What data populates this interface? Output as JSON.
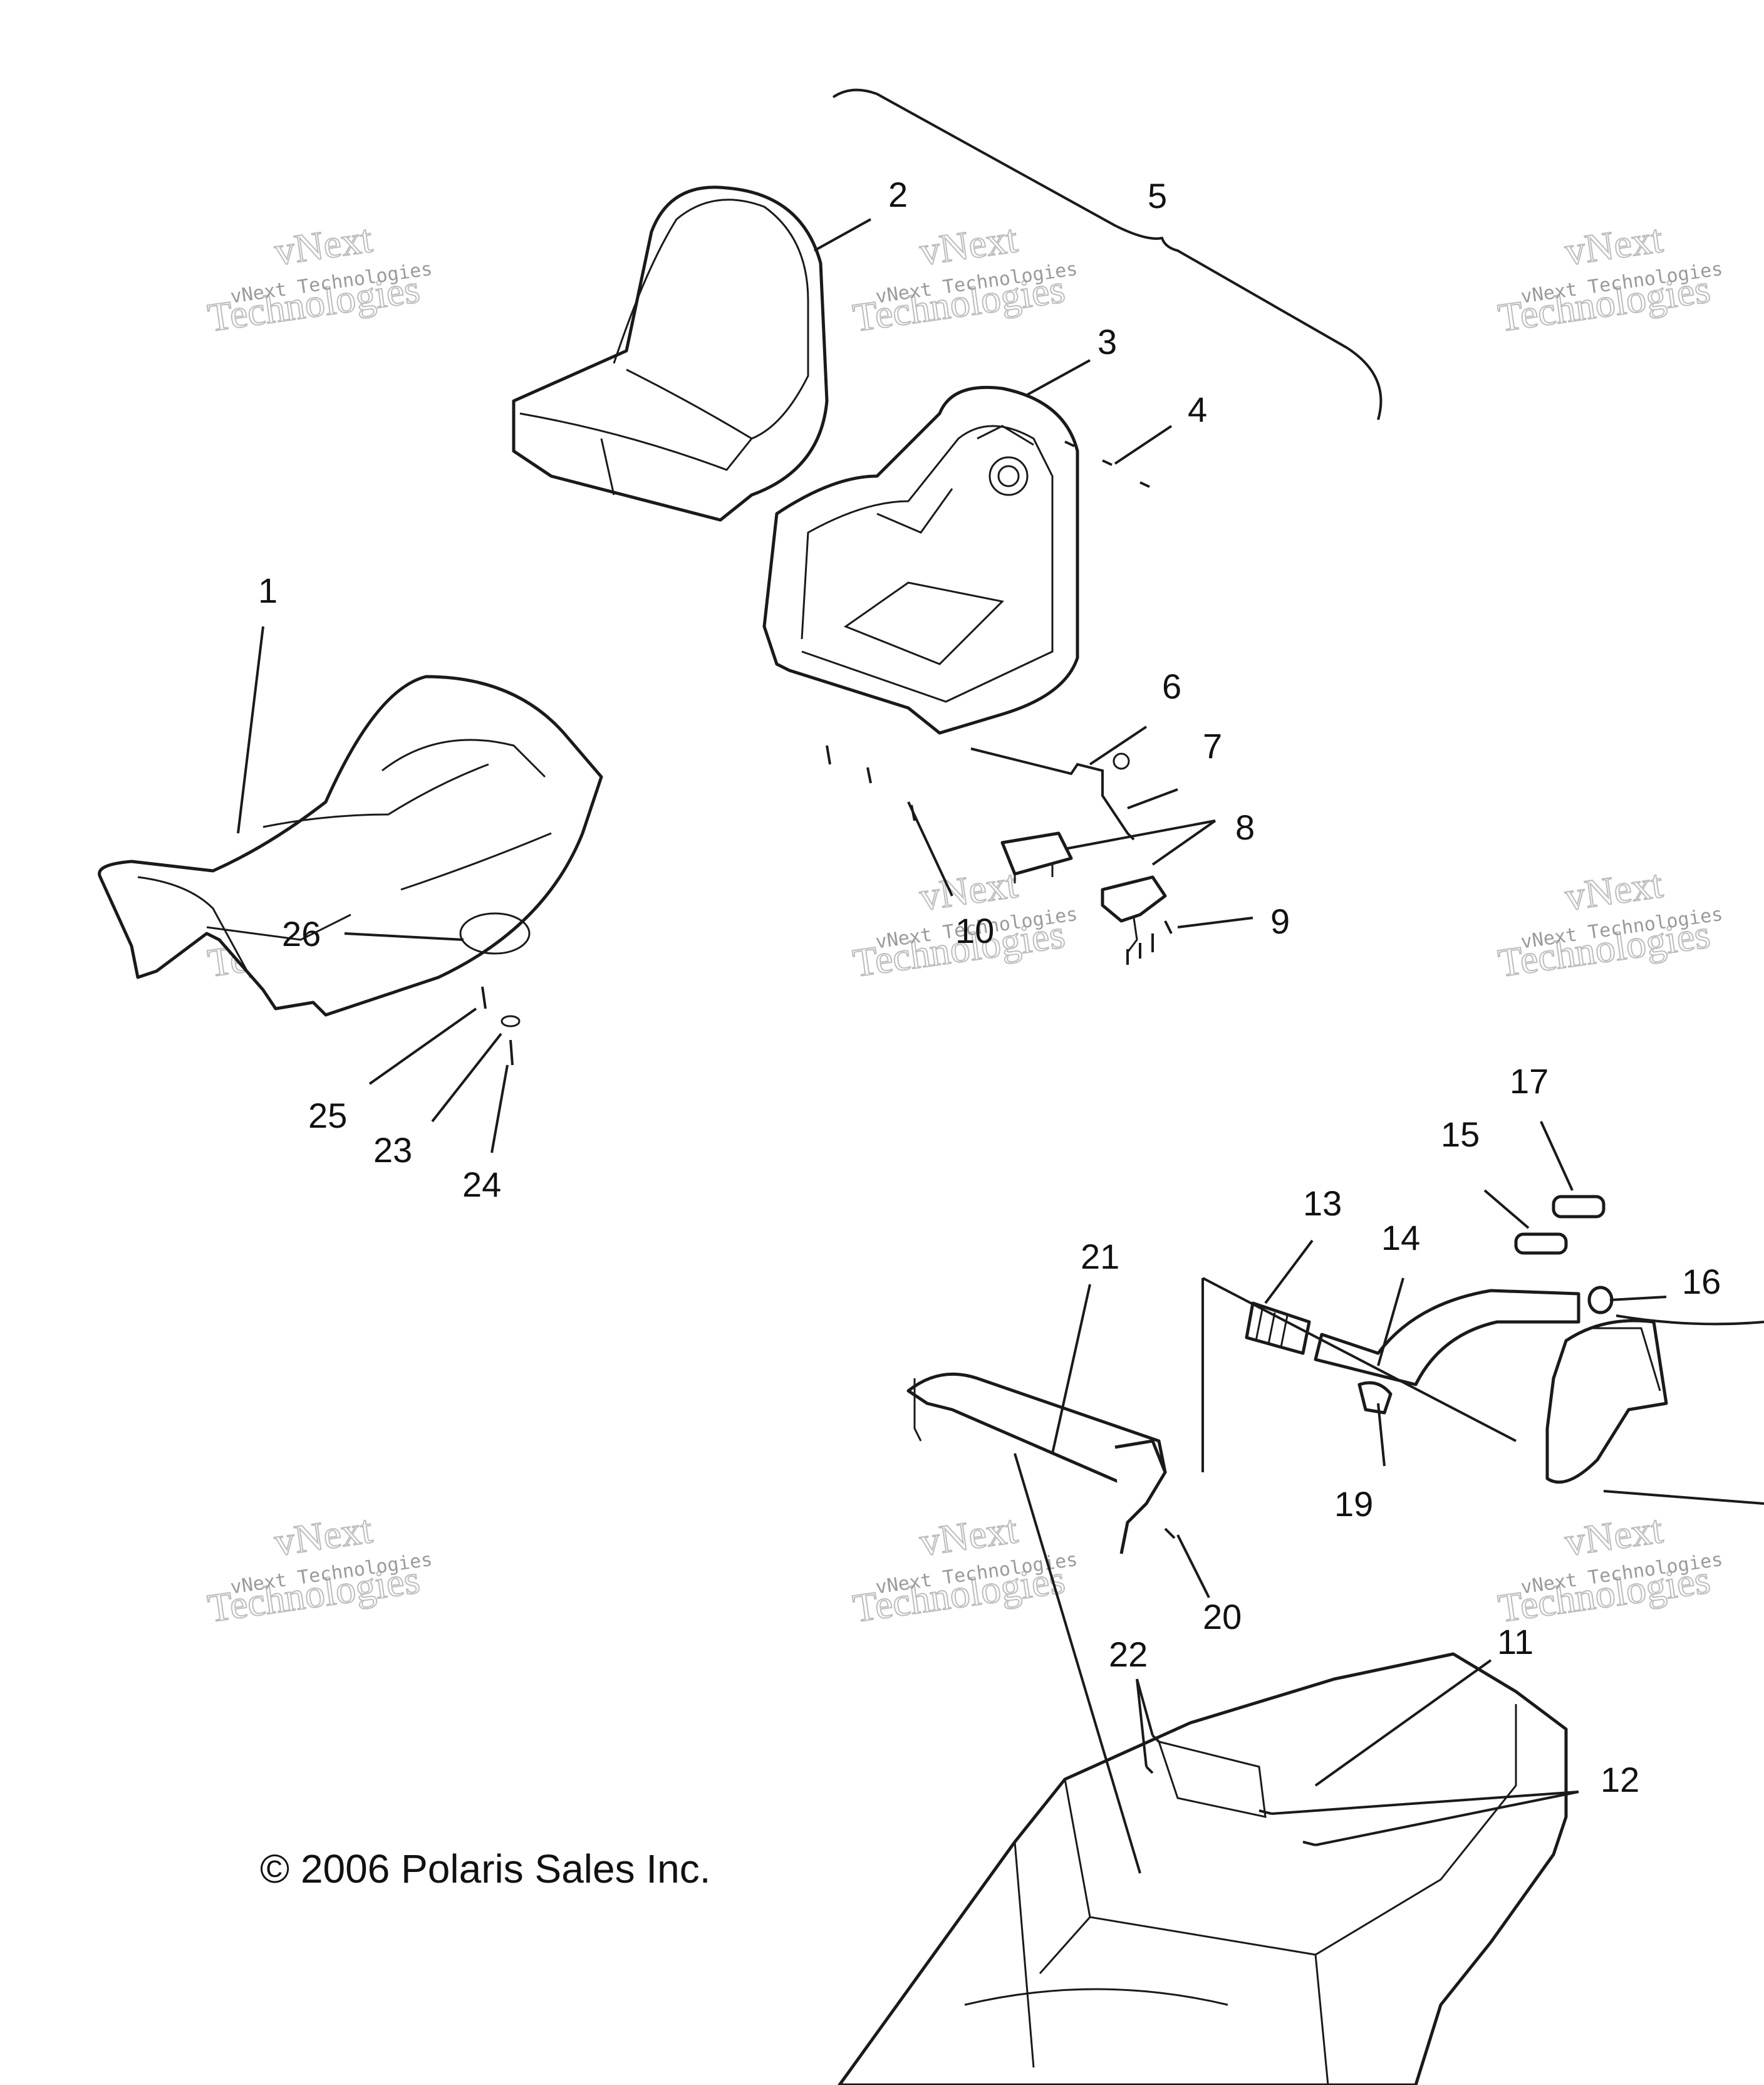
{
  "watermark": {
    "line1": "vNext Technologies",
    "big1": "vNext",
    "big2": "Technologies"
  },
  "callouts": {
    "c1": "1",
    "c2": "2",
    "c3": "3",
    "c4": "4",
    "c5": "5",
    "c6": "6",
    "c7": "7",
    "c8": "8",
    "c9": "9",
    "c10": "10",
    "c11": "11",
    "c12": "12",
    "c13": "13",
    "c14": "14",
    "c15": "15",
    "c16": "16",
    "c17": "17",
    "c19": "19",
    "c20": "20",
    "c21": "21",
    "c22": "22",
    "c23": "23",
    "c24": "24",
    "c25": "25",
    "c26": "26"
  },
  "copyright": "© 2006 Polaris Sales Inc."
}
